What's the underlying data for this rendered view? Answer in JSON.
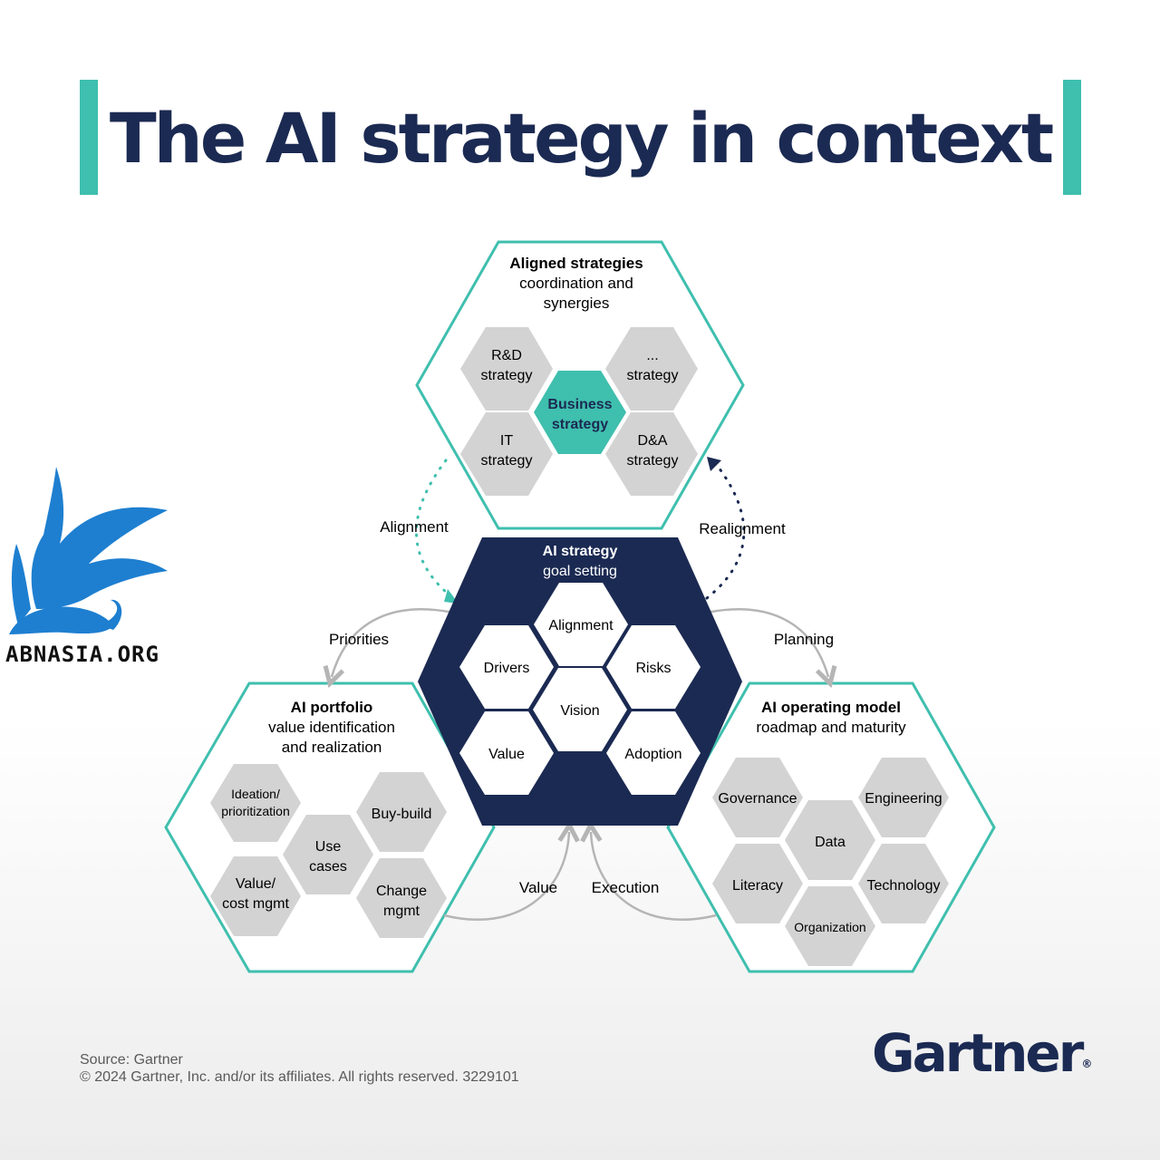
{
  "title": "The AI strategy in context",
  "colors": {
    "navy": "#1b2a52",
    "teal": "#3fbfae",
    "gray_cell": "#d3d3d3"
  },
  "top_hex": {
    "heading": "Aligned strategies",
    "subtitle": [
      "coordination and",
      "synergies"
    ],
    "cells": {
      "rnd": [
        "R&D",
        "strategy"
      ],
      "other": [
        "...",
        "strategy"
      ],
      "business": [
        "Business",
        "strategy"
      ],
      "it": [
        "IT",
        "strategy"
      ],
      "dna": [
        "D&A",
        "strategy"
      ]
    }
  },
  "center_hex": {
    "heading": "AI strategy",
    "subtitle": "goal setting",
    "cells": {
      "alignment": "Alignment",
      "drivers": "Drivers",
      "risks": "Risks",
      "vision": "Vision",
      "value": "Value",
      "adoption": "Adoption"
    }
  },
  "left_hex": {
    "heading": "AI portfolio",
    "subtitle": [
      "value identification",
      "and realization"
    ],
    "cells": {
      "ideation": [
        "Ideation/",
        "prioritization"
      ],
      "buy_build": "Buy-build",
      "use_cases": [
        "Use",
        "cases"
      ],
      "value_cost": [
        "Value/",
        "cost mgmt"
      ],
      "change": [
        "Change",
        "mgmt"
      ]
    }
  },
  "right_hex": {
    "heading": "AI operating model",
    "subtitle": "roadmap and maturity",
    "cells": {
      "governance": "Governance",
      "engineering": "Engineering",
      "data": "Data",
      "literacy": "Literacy",
      "technology": "Technology",
      "organization": "Organization"
    }
  },
  "flows": {
    "alignment": "Alignment",
    "realignment": "Realignment",
    "priorities": "Priorities",
    "planning": "Planning",
    "value": "Value",
    "execution": "Execution"
  },
  "source": "Source: Gartner",
  "copyright": "© 2024 Gartner, Inc. and/or its affiliates. All rights reserved. 3229101",
  "logo": {
    "text": "Gartner",
    "mark": "®"
  },
  "watermark": {
    "text": "ABNASIA.ORG",
    "icon": "griffin-icon"
  }
}
